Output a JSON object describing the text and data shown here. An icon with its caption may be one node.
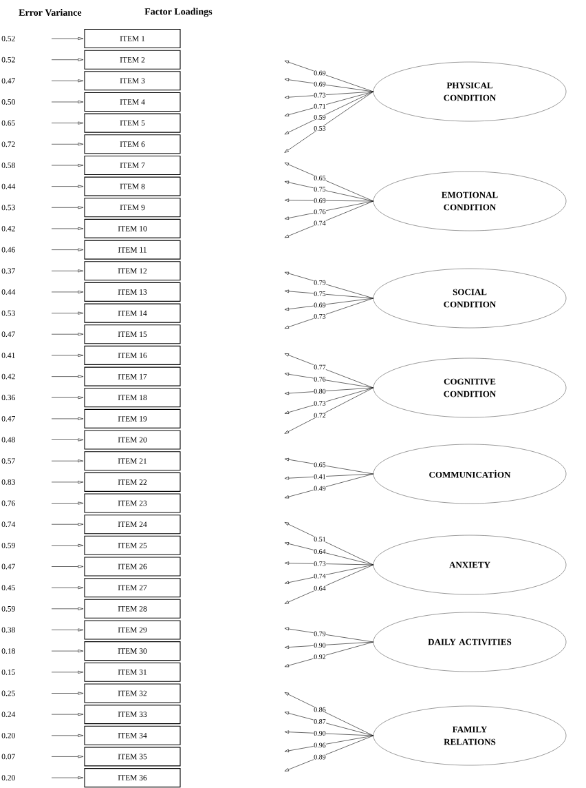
{
  "diagram": {
    "nodes": [
      {
        "text": [
          "ITEM 1"
        ]
      },
      {
        "text": [
          "ITEM 2"
        ]
      },
      {
        "text": [
          "ITEM 3"
        ]
      },
      {
        "text": [
          "ITEM 4"
        ]
      },
      {
        "text": [
          "ITEM 5"
        ]
      },
      {
        "text": [
          "ITEM 6"
        ]
      },
      {
        "text": [
          "ITEM 7"
        ]
      },
      {
        "text": [
          "ITEM 8"
        ]
      },
      {
        "text": [
          "ITEM 9"
        ]
      },
      {
        "text": [
          "ITEM 10"
        ]
      },
      {
        "text": [
          "ITEM 11"
        ]
      },
      {
        "text": [
          "ITEM 12"
        ]
      },
      {
        "text": [
          "ITEM 13"
        ]
      },
      {
        "text": [
          "ITEM 14"
        ]
      },
      {
        "text": [
          "ITEM 15"
        ]
      },
      {
        "text": [
          "ITEM 16"
        ]
      },
      {
        "text": [
          "ITEM 17"
        ]
      },
      {
        "text": [
          "ITEM 18"
        ]
      },
      {
        "text": [
          "ITEM 19"
        ]
      },
      {
        "text": [
          "ITEM 20"
        ]
      },
      {
        "text": [
          "ITEM 21"
        ]
      },
      {
        "text": [
          "ITEM 22"
        ]
      },
      {
        "text": [
          "ITEM 23"
        ]
      },
      {
        "text": [
          "ITEM 24"
        ]
      },
      {
        "text": [
          "ITEM 25"
        ]
      },
      {
        "text": [
          "ITEM 26"
        ]
      },
      {
        "text": [
          "ITEM 27"
        ]
      },
      {
        "text": [
          "ITEM 28"
        ]
      },
      {
        "text": [
          "ITEM 29"
        ]
      },
      {
        "text": [
          "ITEM 30"
        ]
      },
      {
        "text": [
          "ITEM 31"
        ]
      },
      {
        "text": [
          "ITEM 32"
        ]
      },
      {
        "text": [
          "ITEM 33"
        ]
      },
      {
        "text": [
          "ITEM 34"
        ]
      },
      {
        "text": [
          "ITEM 35"
        ]
      },
      {
        "text": [
          "ITEM 36"
        ]
      },
      {
        "text": [
          "PHYSICAL CONDITION"
        ]
      },
      {
        "text": [
          "EMOTIONAL CONDITION"
        ]
      },
      {
        "text": [
          "SOCIAL CONDITION"
        ]
      },
      {
        "text": [
          "COGNITIVE CONDITION"
        ]
      },
      {
        "text": [
          "COMMUNICATİON"
        ]
      },
      {
        "text": [
          "ANXIETY"
        ]
      },
      {
        "text": [
          "DAILY ACTIVITIES"
        ]
      },
      {
        "text": [
          "FAMILY RELATIONS"
        ]
      }
    ],
    "edges": [
      {
        "from": null,
        "to": 0,
        "arrow": "to"
      },
      {
        "from": null,
        "to": 1,
        "arrow": "to"
      },
      {
        "from": null,
        "to": 2,
        "arrow": "to"
      },
      {
        "from": null,
        "to": 3,
        "arrow": "to"
      },
      {
        "from": null,
        "to": 4,
        "arrow": "to"
      },
      {
        "from": null,
        "to": 5,
        "arrow": "to"
      },
      {
        "from": null,
        "to": 6,
        "arrow": "to"
      },
      {
        "from": null,
        "to": 7,
        "arrow": "to"
      },
      {
        "from": null,
        "to": 8,
        "arrow": "to"
      },
      {
        "from": null,
        "to": 9,
        "arrow": "to"
      },
      {
        "from": null,
        "to": 10,
        "arrow": "to"
      },
      {
        "from": null,
        "to": 11,
        "arrow": "to"
      },
      {
        "from": null,
        "to": 12,
        "arrow": "to"
      },
      {
        "from": null,
        "to": 13,
        "arrow": "to"
      },
      {
        "from": null,
        "to": 14,
        "arrow": "to"
      },
      {
        "from": null,
        "to": 15,
        "arrow": "to"
      },
      {
        "from": null,
        "to": 16,
        "arrow": "to"
      },
      {
        "from": null,
        "to": 17,
        "arrow": "to"
      },
      {
        "from": null,
        "to": 18,
        "arrow": "to"
      },
      {
        "from": null,
        "to": 19,
        "arrow": "to"
      },
      {
        "from": null,
        "to": 20,
        "arrow": "to"
      },
      {
        "from": null,
        "to": 21,
        "arrow": "to"
      },
      {
        "from": null,
        "to": 22,
        "arrow": "to"
      },
      {
        "from": null,
        "to": 23,
        "arrow": "to"
      },
      {
        "from": null,
        "to": 24,
        "arrow": "to"
      },
      {
        "from": null,
        "to": 25,
        "arrow": "to"
      },
      {
        "from": null,
        "to": 26,
        "arrow": "to"
      },
      {
        "from": null,
        "to": 27,
        "arrow": "to"
      },
      {
        "from": null,
        "to": 28,
        "arrow": "to"
      },
      {
        "from": null,
        "to": 29,
        "arrow": "to"
      },
      {
        "from": null,
        "to": 30,
        "arrow": "to"
      },
      {
        "from": null,
        "to": 31,
        "arrow": "to"
      },
      {
        "from": null,
        "to": 32,
        "arrow": "to"
      },
      {
        "from": null,
        "to": 33,
        "arrow": "to"
      },
      {
        "from": null,
        "to": 34,
        "arrow": "to"
      },
      {
        "from": null,
        "to": 35,
        "arrow": "to"
      },
      {
        "from": 36,
        "to": null,
        "arrow": "to",
        "label": "0.69"
      },
      {
        "from": 36,
        "to": null,
        "arrow": "to",
        "label": "0.69"
      },
      {
        "from": 36,
        "to": null,
        "arrow": "to",
        "label": "0.73"
      },
      {
        "from": 36,
        "to": null,
        "arrow": "to",
        "label": "0.71"
      },
      {
        "from": 36,
        "to": null,
        "arrow": "to",
        "label": "0.59"
      },
      {
        "from": 36,
        "to": null,
        "arrow": "to",
        "label": "0.53"
      },
      {
        "from": 37,
        "to": null,
        "arrow": "to",
        "label": "0.65"
      },
      {
        "from": 37,
        "to": null,
        "arrow": "to",
        "label": "0.75"
      },
      {
        "from": 37,
        "to": null,
        "arrow": "to",
        "label": "0.69"
      },
      {
        "from": 37,
        "to": null,
        "arrow": "to",
        "label": "0.76"
      },
      {
        "from": 37,
        "to": null,
        "arrow": "to",
        "label": "0.74"
      },
      {
        "from": 38,
        "to": null,
        "arrow": "to",
        "label": "0.79"
      },
      {
        "from": 38,
        "to": null,
        "arrow": "to",
        "label": "0.75"
      },
      {
        "from": 38,
        "to": null,
        "arrow": "to",
        "label": "0.69"
      },
      {
        "from": 38,
        "to": null,
        "arrow": "to",
        "label": "0.73"
      },
      {
        "from": 39,
        "to": null,
        "arrow": "to",
        "label": "0.77"
      },
      {
        "from": 39,
        "to": null,
        "arrow": "to",
        "label": "0.76"
      },
      {
        "from": 39,
        "to": null,
        "arrow": "to",
        "label": "0.80"
      },
      {
        "from": 39,
        "to": null,
        "arrow": "to",
        "label": "0.73"
      },
      {
        "from": 39,
        "to": null,
        "arrow": "to",
        "label": "0.72"
      },
      {
        "from": 40,
        "to": null,
        "arrow": "to",
        "label": "0.65"
      },
      {
        "from": 40,
        "to": null,
        "arrow": "to",
        "label": "0.41"
      },
      {
        "from": 40,
        "to": null,
        "arrow": "to",
        "label": "0.49"
      },
      {
        "from": 41,
        "to": null,
        "arrow": "to",
        "label": "0.51"
      },
      {
        "from": 41,
        "to": null,
        "arrow": "to",
        "label": "0.64"
      },
      {
        "from": 41,
        "to": null,
        "arrow": "to",
        "label": "0.73"
      },
      {
        "from": 41,
        "to": null,
        "arrow": "to",
        "label": "0.74"
      },
      {
        "from": 41,
        "to": null,
        "arrow": "to",
        "label": "0.64"
      },
      {
        "from": 42,
        "to": null,
        "arrow": "to",
        "label": "0.79"
      },
      {
        "from": 42,
        "to": null,
        "arrow": "to",
        "label": "0.90"
      },
      {
        "from": 42,
        "to": null,
        "arrow": "to",
        "label": "0.92"
      },
      {
        "from": 43,
        "to": null,
        "arrow": "to",
        "label": "0.86"
      },
      {
        "from": 43,
        "to": null,
        "arrow": "to",
        "label": "0.87"
      },
      {
        "from": 43,
        "to": null,
        "arrow": "to",
        "label": "0.90"
      },
      {
        "from": 43,
        "to": null,
        "arrow": "to",
        "label": "0.96"
      },
      {
        "from": 43,
        "to": null,
        "arrow": "to",
        "label": "0.89"
      }
    ],
    "labels": [
      "Error Variance",
      "Factor Loadings",
      "0.52",
      "0.52",
      "0.47",
      "0.50",
      "0.65",
      "0.72",
      "0.58",
      "0.44",
      "0.53",
      "0.42",
      "0.46",
      "0.37",
      "0.44",
      "0.53",
      "0.47",
      "0.41",
      "0.42",
      "0.36",
      "0.47",
      "0.48",
      "0.57",
      "0.83",
      "0.76",
      "0.74",
      "0.59",
      "0.47",
      "0.45",
      "0.59",
      "0.38",
      "0.18",
      "0.15",
      "0.25",
      "0.24",
      "0.20",
      "0.07",
      "0.20"
    ]
  }
}
